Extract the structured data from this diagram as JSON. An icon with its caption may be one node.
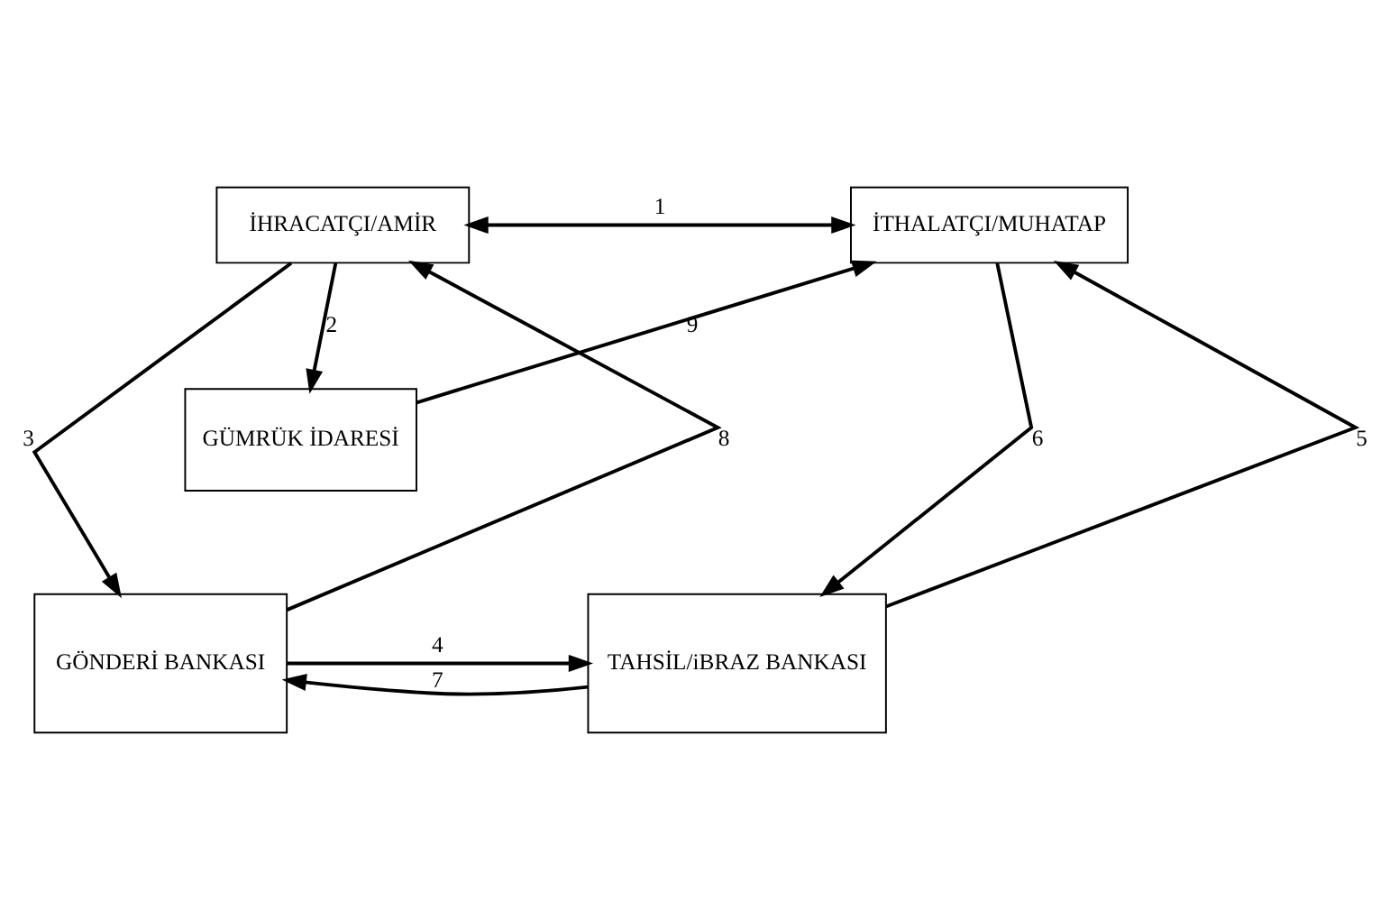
{
  "diagram": {
    "nodes": [
      {
        "text": [
          "İHRACATÇI/AMİR"
        ]
      },
      {
        "text": [
          "İTHALATÇI/MUHATAP"
        ]
      },
      {
        "text": [
          "GÜMRÜK İDARESİ"
        ]
      },
      {
        "text": [
          "GÖNDERİ BANKASI"
        ]
      },
      {
        "text": [
          "TAHSİL/iBRAZ BANKASI"
        ]
      }
    ],
    "edges": [
      {
        "from": 0,
        "to": 1,
        "arrow": "both",
        "label": "1"
      },
      {
        "from": 0,
        "to": 2,
        "arrow": "to",
        "label": "2"
      },
      {
        "from": 0,
        "to": 3,
        "arrow": "to",
        "label": "3"
      },
      {
        "from": 3,
        "to": 4,
        "arrow": "to",
        "label": "4"
      },
      {
        "from": 4,
        "to": 1,
        "arrow": "to",
        "label": "5"
      },
      {
        "from": 1,
        "to": 4,
        "arrow": "to",
        "label": "6"
      },
      {
        "from": 4,
        "to": 3,
        "arrow": "to",
        "label": "7"
      },
      {
        "from": 3,
        "to": 0,
        "arrow": "to",
        "label": "8"
      },
      {
        "from": 2,
        "to": 1,
        "arrow": "to",
        "label": "9"
      }
    ]
  }
}
